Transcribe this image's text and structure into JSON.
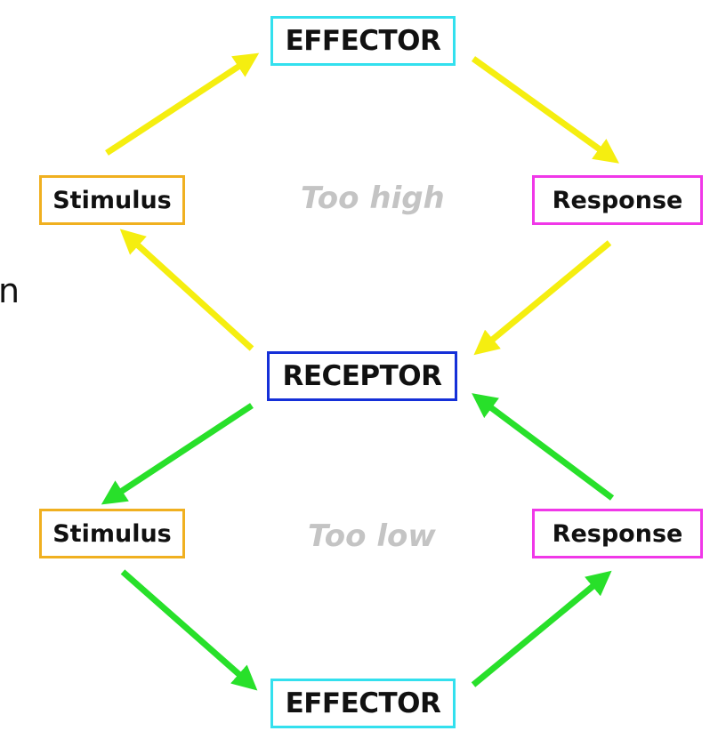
{
  "diagram": {
    "colors": {
      "high_loop_arrow": "#f5ee10",
      "low_loop_arrow": "#28e02a",
      "effector_border": "#33e0ee",
      "receptor_border": "#1530d8",
      "stimulus_border": "#f0b020",
      "response_border": "#f038e8",
      "state_label": "#c4c4c4"
    },
    "high_loop": {
      "state_label": "Too high",
      "effector": "EFFECTOR",
      "stimulus": "Stimulus",
      "response": "Response"
    },
    "center": {
      "receptor": "RECEPTOR"
    },
    "low_loop": {
      "state_label": "Too low",
      "effector": "EFFECTOR",
      "stimulus": "Stimulus",
      "response": "Response"
    },
    "edge_fragment": "n"
  }
}
